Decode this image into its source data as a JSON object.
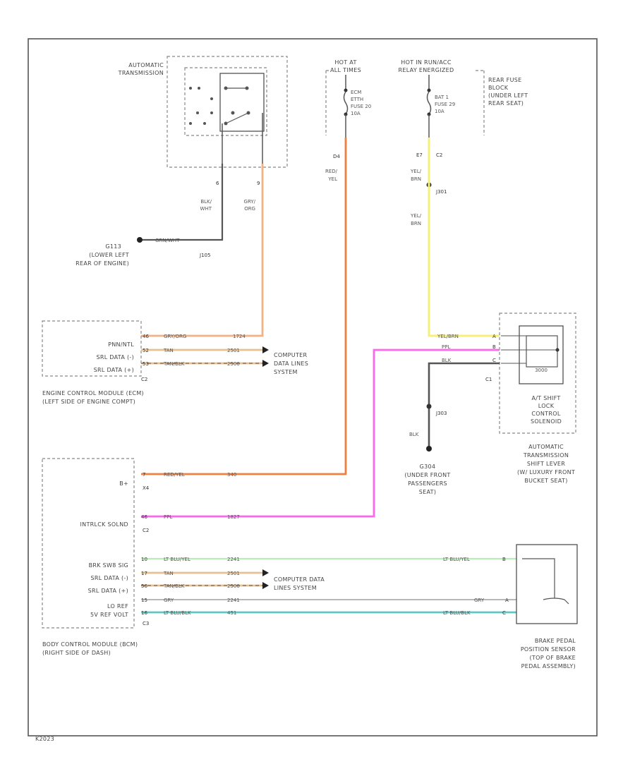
{
  "figure_id": "K2023",
  "colors": {
    "orange": "#f4b183",
    "deep_orange": "#f08040",
    "tan": "#e8c090",
    "yellow": "#f5f07a",
    "pink": "#ff66ee",
    "light_green": "#b8ecb8",
    "grey": "#b8b8b8",
    "teal": "#5fc8c0",
    "black": "#555555"
  },
  "components": {
    "automatic_transmission": {
      "label_lines": [
        "AUTOMATIC",
        "TRANSMISSION"
      ]
    },
    "hot_at_all_times": {
      "label_lines": [
        "HOT AT",
        "ALL TIMES"
      ]
    },
    "hot_in_run": {
      "label_lines": [
        "HOT IN RUN/ACC",
        "RELAY ENERGIZED"
      ]
    },
    "rear_fuse_block": {
      "label_lines": [
        "REAR FUSE",
        "BLOCK",
        "(UNDER LEFT",
        "REAR SEAT)"
      ]
    },
    "fuse_ecm": {
      "label_lines": [
        "ECM",
        "ETTH",
        "FUSE 20",
        "10A"
      ]
    },
    "fuse_bat": {
      "label_lines": [
        "BAT 1",
        "FUSE 29",
        "10A"
      ]
    },
    "ground_g113": {
      "label_lines": [
        "G113",
        "(LOWER LEFT",
        "REAR OF ENGINE)"
      ],
      "splice": "J105"
    },
    "ecm": {
      "rows": [
        "PNN/NTL",
        "SRL DATA (-)",
        "SRL DATA (+)"
      ],
      "label_lines": [
        "ENGINE CONTROL MODULE (ECM)",
        "(LEFT SIDE OF ENGINE COMPT)"
      ],
      "connector": "C2"
    },
    "computer_data_1": {
      "label_lines": [
        "COMPUTER",
        "DATA LINES",
        "SYSTEM"
      ]
    },
    "bcm": {
      "rows": [
        "B+",
        "INTRLCK SOLND",
        "BRK SW8 SIG",
        "SRL DATA (-)",
        "SRL DATA (+)",
        "LO REF",
        "5V REF VOLT"
      ],
      "connectors": [
        "X4",
        "C2",
        "C3"
      ],
      "label_lines": [
        "BODY CONTROL MODULE (BCM)",
        "(RIGHT SIDE OF DASH)"
      ]
    },
    "computer_data_2": {
      "label_lines": [
        "COMPUTER DATA",
        "LINES SYSTEM"
      ]
    },
    "shift_lock": {
      "label_lines": [
        "A/T SHIFT",
        "LOCK",
        "CONTROL",
        "SOLENOID"
      ],
      "inner": "3000",
      "connector": "C1"
    },
    "shift_lever": {
      "label_lines": [
        "AUTOMATIC",
        "TRANSMISSION",
        "SHIFT LEVER",
        "(W/ LUXURY FRONT",
        "BUCKET SEAT)"
      ]
    },
    "ground_g304": {
      "label_lines": [
        "G304",
        "(UNDER FRONT",
        "PASSENGERS",
        "SEAT)"
      ],
      "splice": "J303",
      "wire": "BLK"
    },
    "brake_pedal": {
      "label_lines": [
        "BRAKE PEDAL",
        "POSITION SENSOR",
        "(TOP OF BRAKE",
        "PEDAL ASSEMBLY)"
      ]
    }
  },
  "wires": {
    "at_left": {
      "pin": "6",
      "color_lines": [
        "BLK/",
        "WHT"
      ]
    },
    "at_right": {
      "pin": "9",
      "color_lines": [
        "GRY/",
        "ORG"
      ]
    },
    "ground_circuit": "GRN/WHT",
    "ecm_fuse": {
      "pin": "D4",
      "color_lines": [
        "RED/",
        "YEL"
      ]
    },
    "bat_fuse": {
      "pin": "E7",
      "connector": "C2",
      "color_lines": [
        "YEL/",
        "BRN"
      ]
    },
    "bat_splice": "J301",
    "bat_lower": {
      "color_lines": [
        "YEL/",
        "BRN"
      ]
    },
    "ecm_rows": [
      {
        "pin": "46",
        "color": "GRY/ORG",
        "circuit": "1724"
      },
      {
        "pin": "52",
        "color": "TAN",
        "circuit": "2501"
      },
      {
        "pin": "53",
        "color": "TAN/BLK",
        "circuit": "2500"
      }
    ],
    "shift_lock_rows": [
      {
        "pin": "A",
        "color": "YEL/BRN"
      },
      {
        "pin": "B",
        "color": "PPL"
      },
      {
        "pin": "C",
        "color": "BLK"
      }
    ],
    "bcm_rows": [
      {
        "pin": "7",
        "color": "RED/YEL",
        "circuit": "340"
      },
      {
        "pin": "46",
        "color": "PPL",
        "circuit": "1827"
      },
      {
        "pin": "10",
        "color": "LT BLU/YEL",
        "circuit": "2241"
      },
      {
        "pin": "17",
        "color": "TAN",
        "circuit": "2501"
      },
      {
        "pin": "56",
        "color": "TAN/BLK",
        "circuit": "2500"
      },
      {
        "pin": "15",
        "color": "GRY",
        "circuit": "2241"
      },
      {
        "pin": "16",
        "color": "LT BLU/BLK",
        "circuit": "451"
      }
    ],
    "brake_rows": [
      {
        "pin": "B",
        "color": "LT BLU/YEL"
      },
      {
        "pin": "A",
        "color": "GRY"
      },
      {
        "pin": "C",
        "color": "LT BLU/BLK"
      }
    ]
  }
}
